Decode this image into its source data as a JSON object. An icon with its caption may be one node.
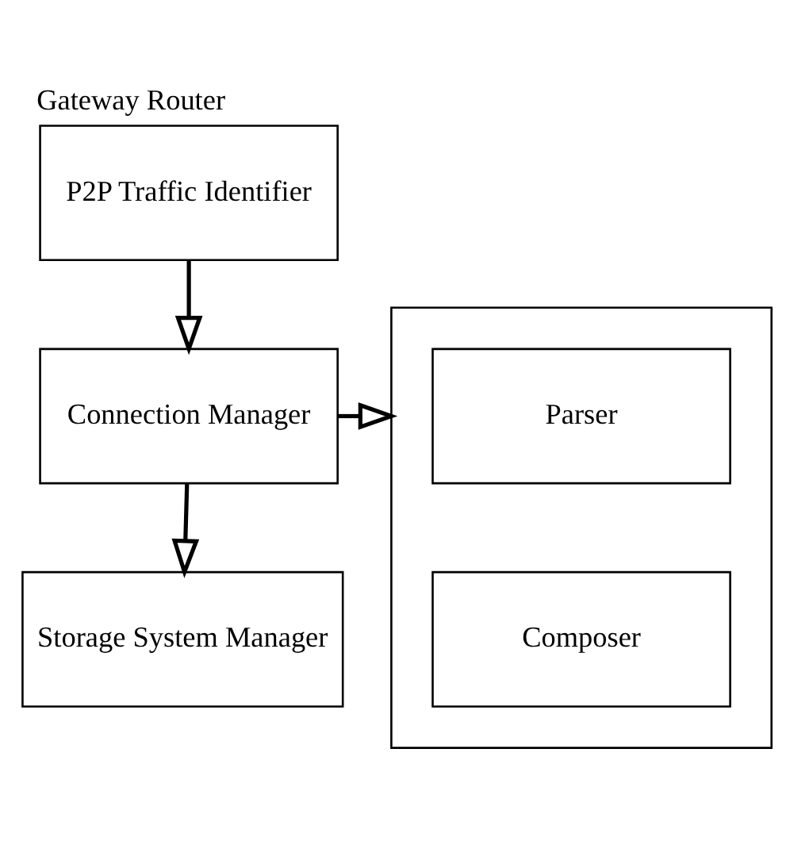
{
  "diagram": {
    "title": "Gateway Router",
    "nodes": [
      {
        "text": [
          "P2P Traffic Identifier"
        ]
      },
      {
        "text": [
          "Connection Manager"
        ]
      },
      {
        "text": [
          "Storage System Manager"
        ]
      },
      {
        "text": [],
        "shape": "box"
      },
      {
        "text": [
          "Parser"
        ],
        "in": 3
      },
      {
        "text": [
          "Composer"
        ],
        "in": 3
      }
    ],
    "edges": [
      {
        "from": 0,
        "to": 1,
        "arrow": "to"
      },
      {
        "from": 1,
        "to": 2,
        "arrow": "to"
      },
      {
        "from": 1,
        "to": 3,
        "arrow": "to"
      }
    ]
  }
}
